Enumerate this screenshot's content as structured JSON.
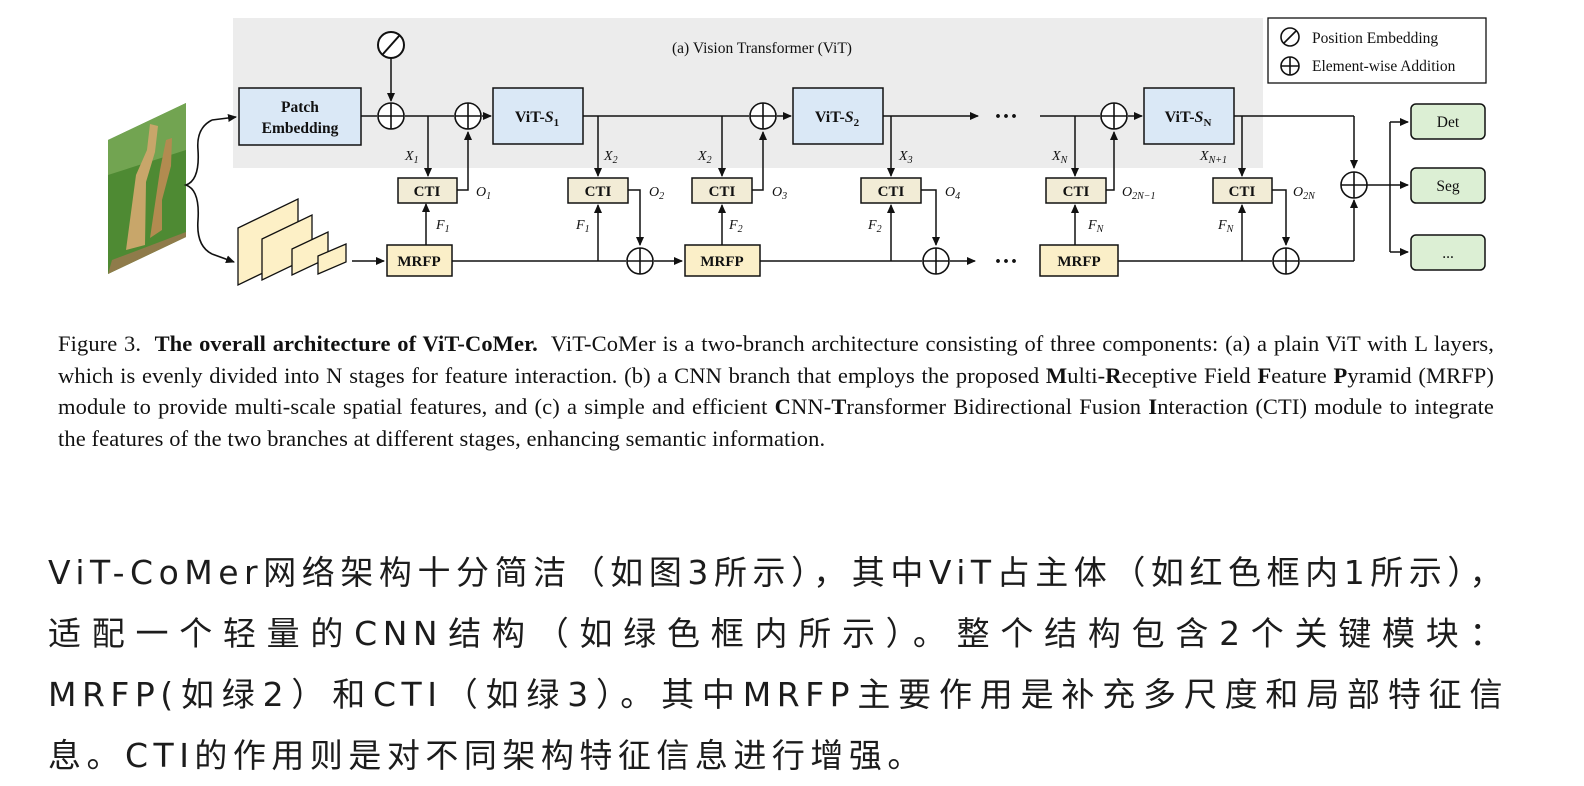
{
  "figure": {
    "vit_title": "(a) Vision Transformer (ViT)",
    "legend": {
      "position_embedding": "Position Embedding",
      "elementwise_addition": "Element-wise Addition"
    },
    "patch_embedding": [
      "Patch",
      "Embedding"
    ],
    "vit_stage_prefix": "ViT-",
    "vit_stages": [
      {
        "sym": "S",
        "sub": "1"
      },
      {
        "sym": "S",
        "sub": "2"
      },
      {
        "sym": "S",
        "sub": "N"
      }
    ],
    "ellipsis": "···",
    "cti_label": "CTI",
    "mrfp_label": "MRFP",
    "outputs": [
      "Det",
      "Seg",
      "..."
    ],
    "x_labels": [
      {
        "b": "X",
        "s": "1"
      },
      {
        "b": "X",
        "s": "2"
      },
      {
        "b": "X",
        "s": "2"
      },
      {
        "b": "X",
        "s": "3"
      },
      {
        "b": "X",
        "s": "N"
      },
      {
        "b": "X",
        "s": "N+1"
      }
    ],
    "o_labels": [
      {
        "b": "O",
        "s": "1"
      },
      {
        "b": "O",
        "s": "2"
      },
      {
        "b": "O",
        "s": "3"
      },
      {
        "b": "O",
        "s": "4"
      },
      {
        "b": "O",
        "s": "2N−1"
      },
      {
        "b": "O",
        "s": "2N"
      }
    ],
    "f_labels": [
      {
        "b": "F",
        "s": "1"
      },
      {
        "b": "F",
        "s": "1"
      },
      {
        "b": "F",
        "s": "2"
      },
      {
        "b": "F",
        "s": "2"
      },
      {
        "b": "F",
        "s": "N"
      },
      {
        "b": "F",
        "s": "N"
      }
    ]
  },
  "caption": {
    "figure_label": "Figure 3.",
    "title_bold": "The overall architecture of ViT-CoMer.",
    "s1": "ViT-CoMer is a two-branch architecture consisting of three components: (a) a plain ViT with L layers, which is evenly divided into N stages for feature interaction. (b) a CNN branch that employs the proposed ",
    "m_b": "M",
    "m_r": "ulti-",
    "r_b": "R",
    "r_r": "eceptive Field ",
    "f_b": "F",
    "f_r": "eature ",
    "p_b": "P",
    "p_r": "yramid (MRFP) module to provide multi-scale spatial features, and (c) a simple and efficient ",
    "c_b": "C",
    "c_r": "NN-",
    "t_b": "T",
    "t_r": "ransformer Bidirectional Fusion ",
    "i_b": "I",
    "i_r": "nteraction (CTI) module to integrate the features of the two branches at different stages, enhancing semantic information."
  },
  "body_text": "ViT-CoMer网络架构十分简洁（如图3所示），其中ViT占主体（如红色框内1所示），适配一个轻量的CNN结构（如绿色框内所示）。整个结构包含2个关键模块：MRFP(如绿2）和CTI（如绿3）。其中MRFP主要作用是补充多尺度和局部特征信息。CTI的作用则是对不同架构特征信息进行增强。",
  "colors": {
    "vit_panel": "#ececec",
    "block_blue": "#dae8f6",
    "cti_fill": "#f2ecd6",
    "mrfp_fill": "#fbefc8",
    "output_green": "#dcefd4"
  }
}
